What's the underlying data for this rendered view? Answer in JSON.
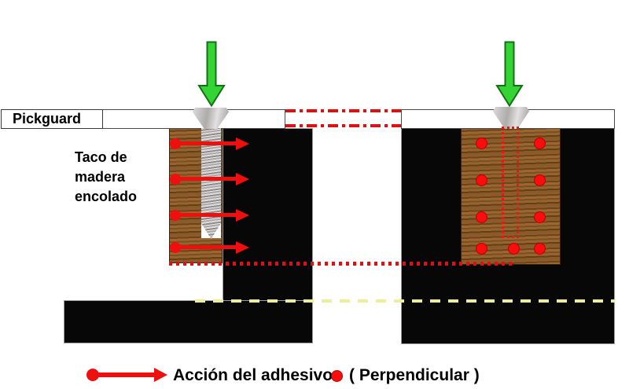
{
  "diagram": {
    "title_context": "Pickguard mounting cross-sections with glued wood block",
    "pickguard_label": "Pickguard",
    "wood_block_label": "Taco de\nmadera\nencolado",
    "legend": {
      "adhesive_action_label": "Acción del adhesivo .",
      "perpendicular_label": "( Perpendicular )"
    },
    "counts": {
      "left_adhesive_arrows": 4,
      "right_perpendicular_dots": 9,
      "down_force_arrows": 2
    },
    "colors": {
      "adhesive_red": "#ee0f0f",
      "centerline_red": "#e01010",
      "force_green": "#35d435",
      "force_green_border": "#157015",
      "body_black": "#070707",
      "glue_joint_yellow": "#eeee99",
      "wood_brown": "#8a5a2b",
      "pickguard_white": "#ffffff",
      "screw_grey": "#c9c6c6"
    }
  }
}
